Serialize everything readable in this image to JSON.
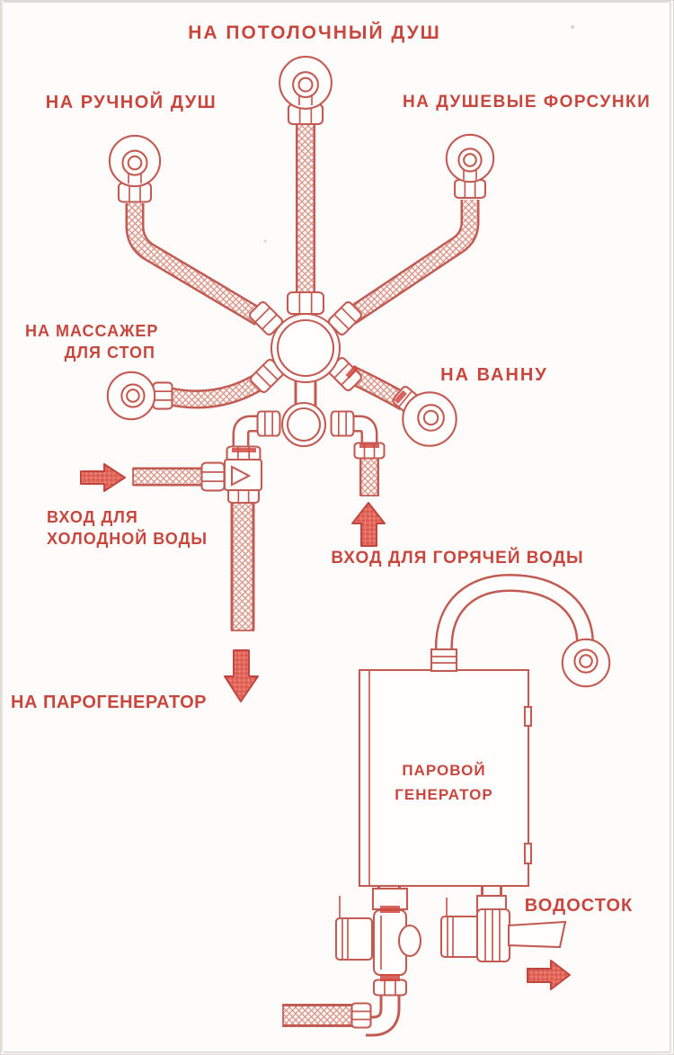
{
  "diagram": {
    "type": "plumbing-schematic",
    "labels": {
      "ceiling_shower": "НА ПОТОЛОЧНЫЙ ДУШ",
      "hand_shower": "НА РУЧНОЙ ДУШ",
      "shower_jets": "НА ДУШЕВЫЕ ФОРСУНКИ",
      "foot_massager_line1": "НА МАССАЖЕР",
      "foot_massager_line2": "ДЛЯ СТОП",
      "bath": "НА ВАННУ",
      "cold_water_line1": "ВХОД ДЛЯ",
      "cold_water_line2": "ХОЛОДНОЙ ВОДЫ",
      "hot_water": "ВХОД ДЛЯ ГОРЯЧЕЙ ВОДЫ",
      "to_steam_generator": "НА ПАРОГЕНЕРАТОР",
      "steam_generator_line1": "ПАРОВОЙ",
      "steam_generator_line2": "ГЕНЕРАТОР",
      "drain": "ВОДОСТОК"
    },
    "colors": {
      "ink": "#c25b53",
      "text": "#c7473f",
      "arrow_fill": "#e3685b",
      "background": "#fdfcfa"
    }
  }
}
